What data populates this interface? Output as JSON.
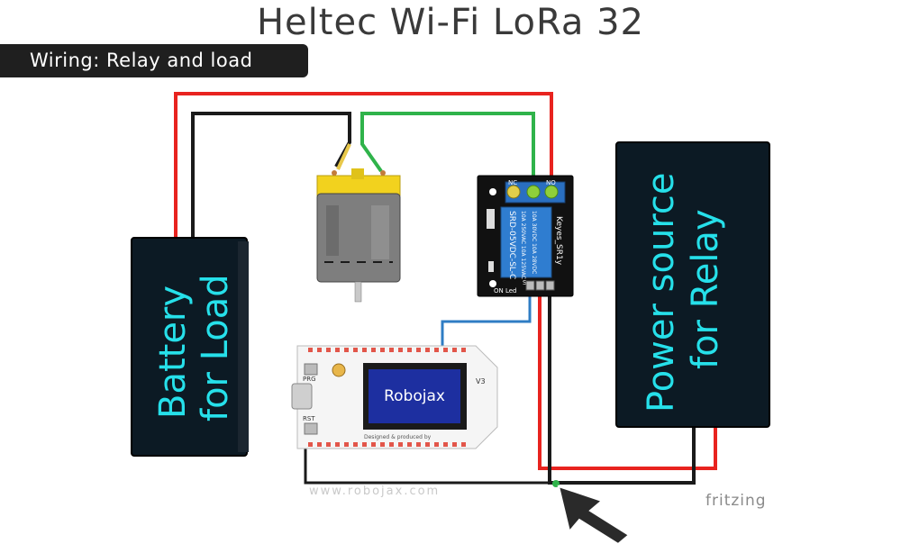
{
  "title": "Heltec Wi-Fi LoRa 32",
  "subtitle": "Wiring: Relay and load",
  "battery": {
    "line1": "Battery",
    "line2": "for Load"
  },
  "power_source": {
    "line1": "Power source",
    "line2": "for Relay"
  },
  "relay": {
    "model_text": "SRD-05VDC-SL-C",
    "rating1": "10A 250VAC 10A 125VAC",
    "rating2": "10A 30VDC 10A 28VDC",
    "brand": "Keyes_SR1y",
    "terminal_nc": "NC",
    "terminal_no": "NO",
    "pin_label": "ON Led",
    "pin_s": "S"
  },
  "board": {
    "screen_text": "Robojax",
    "prg_label": "PRG",
    "rst_label": "RST",
    "version": "V3",
    "footer": "Designed & produced by"
  },
  "watermark": "www.robojax.com",
  "fritzing": "fritzing",
  "colors": {
    "red_wire": "#e8231f",
    "black_wire": "#1a1a1a",
    "green_wire": "#2fb34a",
    "blue_wire": "#2f7dc4",
    "dark_panel": "#0c1a24",
    "cyan_text": "#26e0ea"
  }
}
